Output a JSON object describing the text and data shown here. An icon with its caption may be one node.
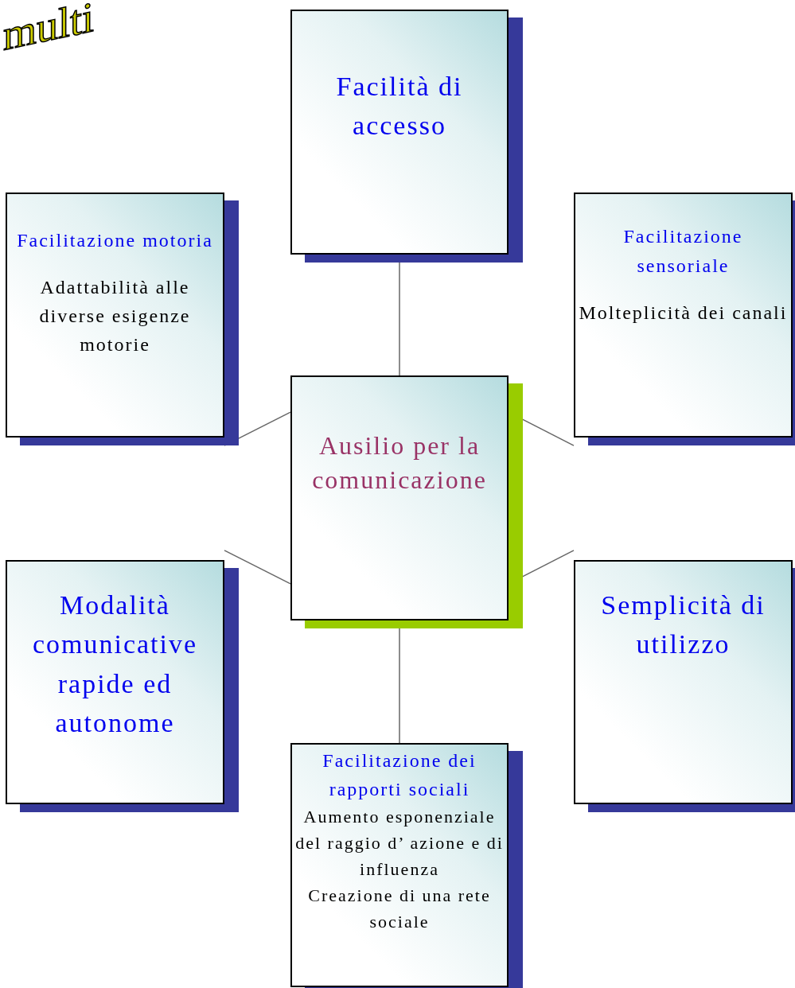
{
  "diagram": {
    "title": "multi",
    "nodes": [
      {
        "text": [
          "Facilità di accesso"
        ]
      },
      {
        "text": [
          "Facilitazione motoria",
          "Adattabilità alle diverse esigenze motorie"
        ]
      },
      {
        "text": [
          "Facilitazione sensoriale",
          "Molteplicità dei canali"
        ]
      },
      {
        "text": [
          "Ausilio per la comunicazione"
        ]
      },
      {
        "text": [
          "Modalità comunicative rapide ed autonome"
        ]
      },
      {
        "text": [
          "Semplicità di utilizzo"
        ]
      },
      {
        "text": [
          "Facilitazione dei rapporti sociali",
          "Aumento esponenziale del raggio d’ azione e di influenza",
          "Creazione di una rete sociale"
        ]
      }
    ],
    "edges": [
      {
        "from": 3,
        "to": 0,
        "arrow": "none"
      },
      {
        "from": 3,
        "to": 1,
        "arrow": "none"
      },
      {
        "from": 3,
        "to": 2,
        "arrow": "none"
      },
      {
        "from": 3,
        "to": 4,
        "arrow": "none"
      },
      {
        "from": 3,
        "to": 5,
        "arrow": "none"
      },
      {
        "from": 3,
        "to": 6,
        "arrow": "none"
      }
    ]
  }
}
